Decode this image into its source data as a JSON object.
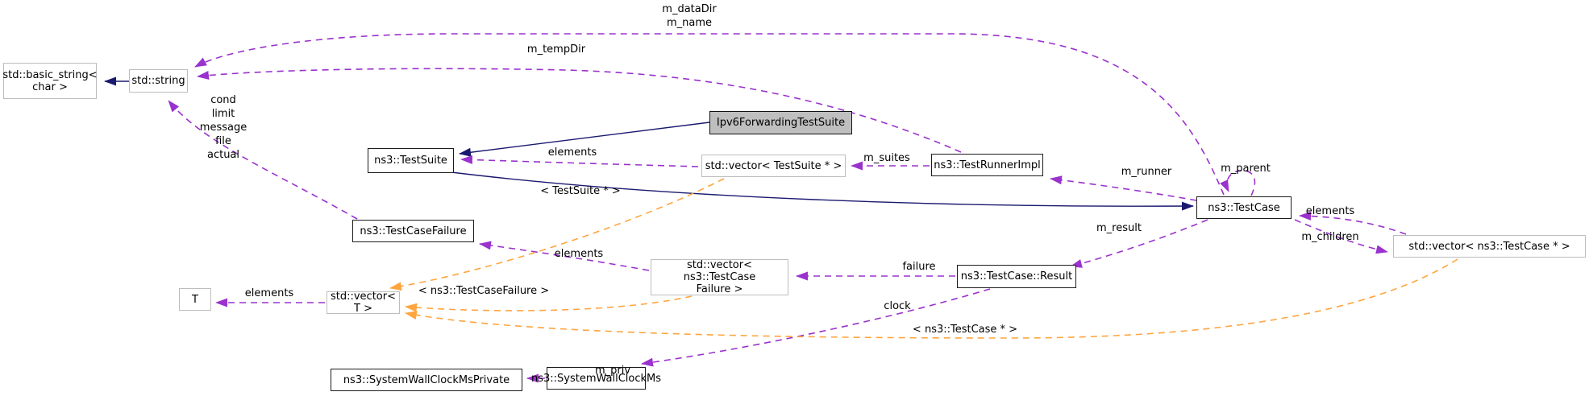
{
  "colors": {
    "background": "#ffffff",
    "node_fill": "#ffffff",
    "std_node_border": "#bdbdbd",
    "class_node_border": "#1c1c1c",
    "highlight_fill": "#bfbfbf",
    "inheritance_edge": "#191970",
    "usage_edge": "#9a32cd",
    "template_edge": "#ffa53e"
  },
  "nodes": {
    "basic_string": {
      "label": "std::basic_string<\nchar >"
    },
    "std_string": {
      "label": "std::string"
    },
    "test_suite": {
      "label": "ns3::TestSuite"
    },
    "ipv6_forwarding_test_suite": {
      "label": "Ipv6ForwardingTestSuite"
    },
    "vector_test_suite_ptr": {
      "label": "std::vector< TestSuite * >"
    },
    "test_runner_impl": {
      "label": "ns3::TestRunnerImpl"
    },
    "test_case": {
      "label": "ns3::TestCase"
    },
    "vector_test_case_ptr": {
      "label": "std::vector< ns3::TestCase * >"
    },
    "test_case_failure": {
      "label": "ns3::TestCaseFailure"
    },
    "vector_test_case_failure": {
      "label": "std::vector< ns3::TestCase\nFailure >"
    },
    "test_case_result": {
      "label": "ns3::TestCase::Result"
    },
    "t": {
      "label": "T"
    },
    "vector_t": {
      "label": "std::vector< T >"
    },
    "system_wall_clock_ms_private": {
      "label": "ns3::SystemWallClockMsPrivate"
    },
    "system_wall_clock_ms": {
      "label": "ns3::SystemWallClockMs"
    }
  },
  "edge_labels": {
    "data_dir_name": "m_dataDir\nm_name",
    "temp_dir": "m_tempDir",
    "failure_fields": "cond\nlimit\nmessage\nfile\nactual",
    "elements_test_suite": "elements",
    "m_suites": "m_suites",
    "m_runner": "m_runner",
    "m_parent": "m_parent",
    "elements_test_case": "elements",
    "m_children": "m_children",
    "m_result": "m_result",
    "failure": "failure",
    "clock": "clock",
    "elements_failure": "elements",
    "elements_t": "elements",
    "m_priv": "m_priv",
    "tpl_test_suite": "< TestSuite * >",
    "tpl_test_case_failure": "< ns3::TestCaseFailure >",
    "tpl_test_case": "< ns3::TestCase * >"
  }
}
